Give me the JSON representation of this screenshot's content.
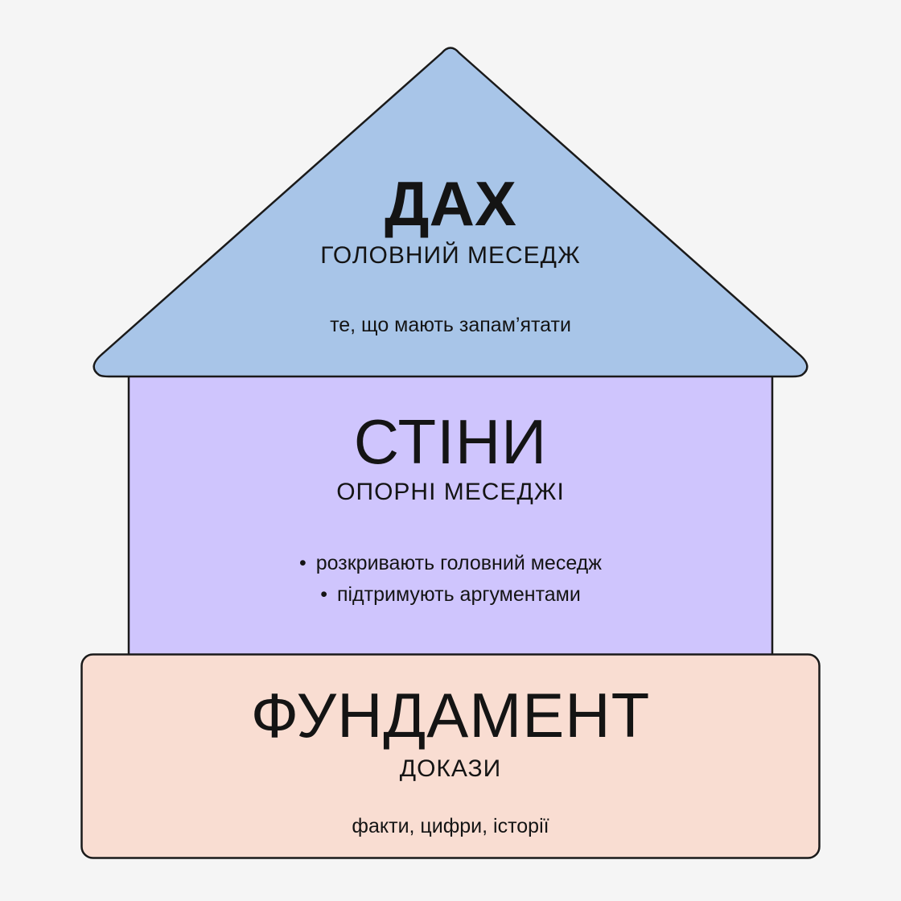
{
  "colors": {
    "background": "#f5f5f5",
    "roof_fill": "#a8c5e8",
    "walls_fill": "#cfc5fd",
    "foundation_fill": "#f9ddd2",
    "outline": "#1a1a1a",
    "text": "#141414"
  },
  "roof": {
    "title": "ДАХ",
    "subtitle": "ГОЛОВНИЙ МЕСЕДЖ",
    "description": "те, що мають запам’ятати"
  },
  "walls": {
    "title": "СТІНИ",
    "subtitle": "ОПОРНІ МЕСЕДЖІ",
    "bullets": [
      "розкривають головний меседж",
      "підтримують аргументами"
    ]
  },
  "foundation": {
    "title": "ФУНДАМЕНТ",
    "subtitle": "ДОКАЗИ",
    "description": "факти, цифри, історії"
  }
}
